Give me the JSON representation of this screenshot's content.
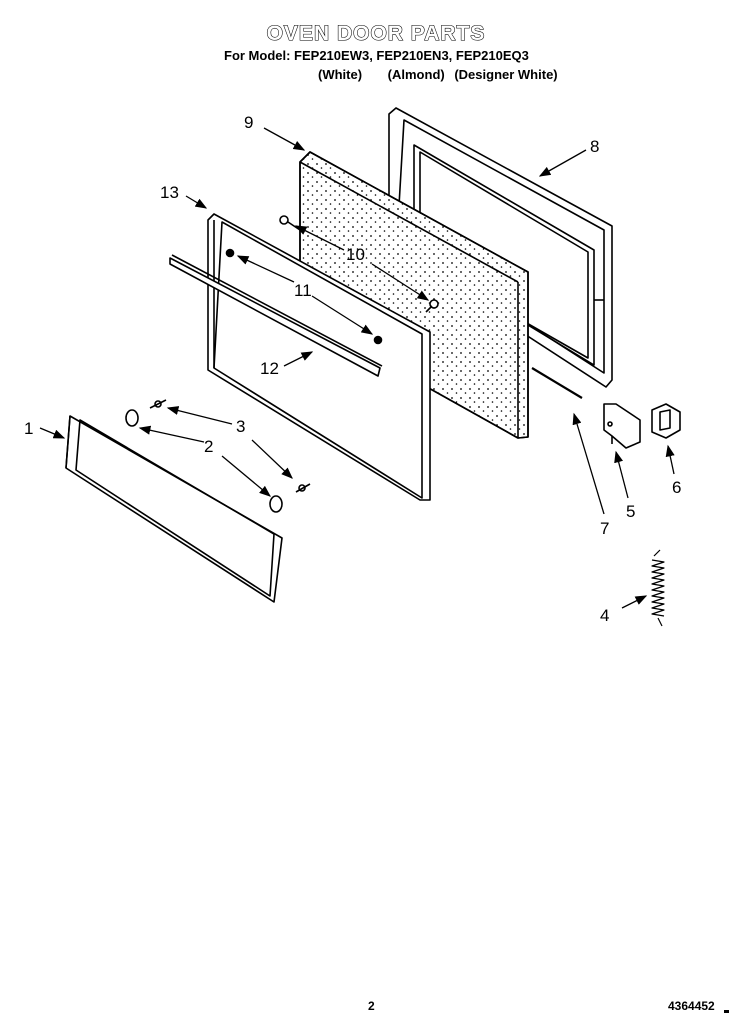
{
  "header": {
    "title": "OVEN DOOR PARTS",
    "model_line": "For Model: FEP210EW3, FEP210EN3, FEP210EQ3",
    "variants": [
      "(White)",
      "(Almond)",
      "(Designer White)"
    ]
  },
  "callouts": {
    "c1": "1",
    "c2": "2",
    "c3": "3",
    "c4": "4",
    "c5": "5",
    "c6": "6",
    "c7": "7",
    "c8": "8",
    "c9": "9",
    "c10": "10",
    "c11": "11",
    "c12": "12",
    "c13": "13"
  },
  "footer": {
    "page_number": "2",
    "document_number": "4364452"
  }
}
